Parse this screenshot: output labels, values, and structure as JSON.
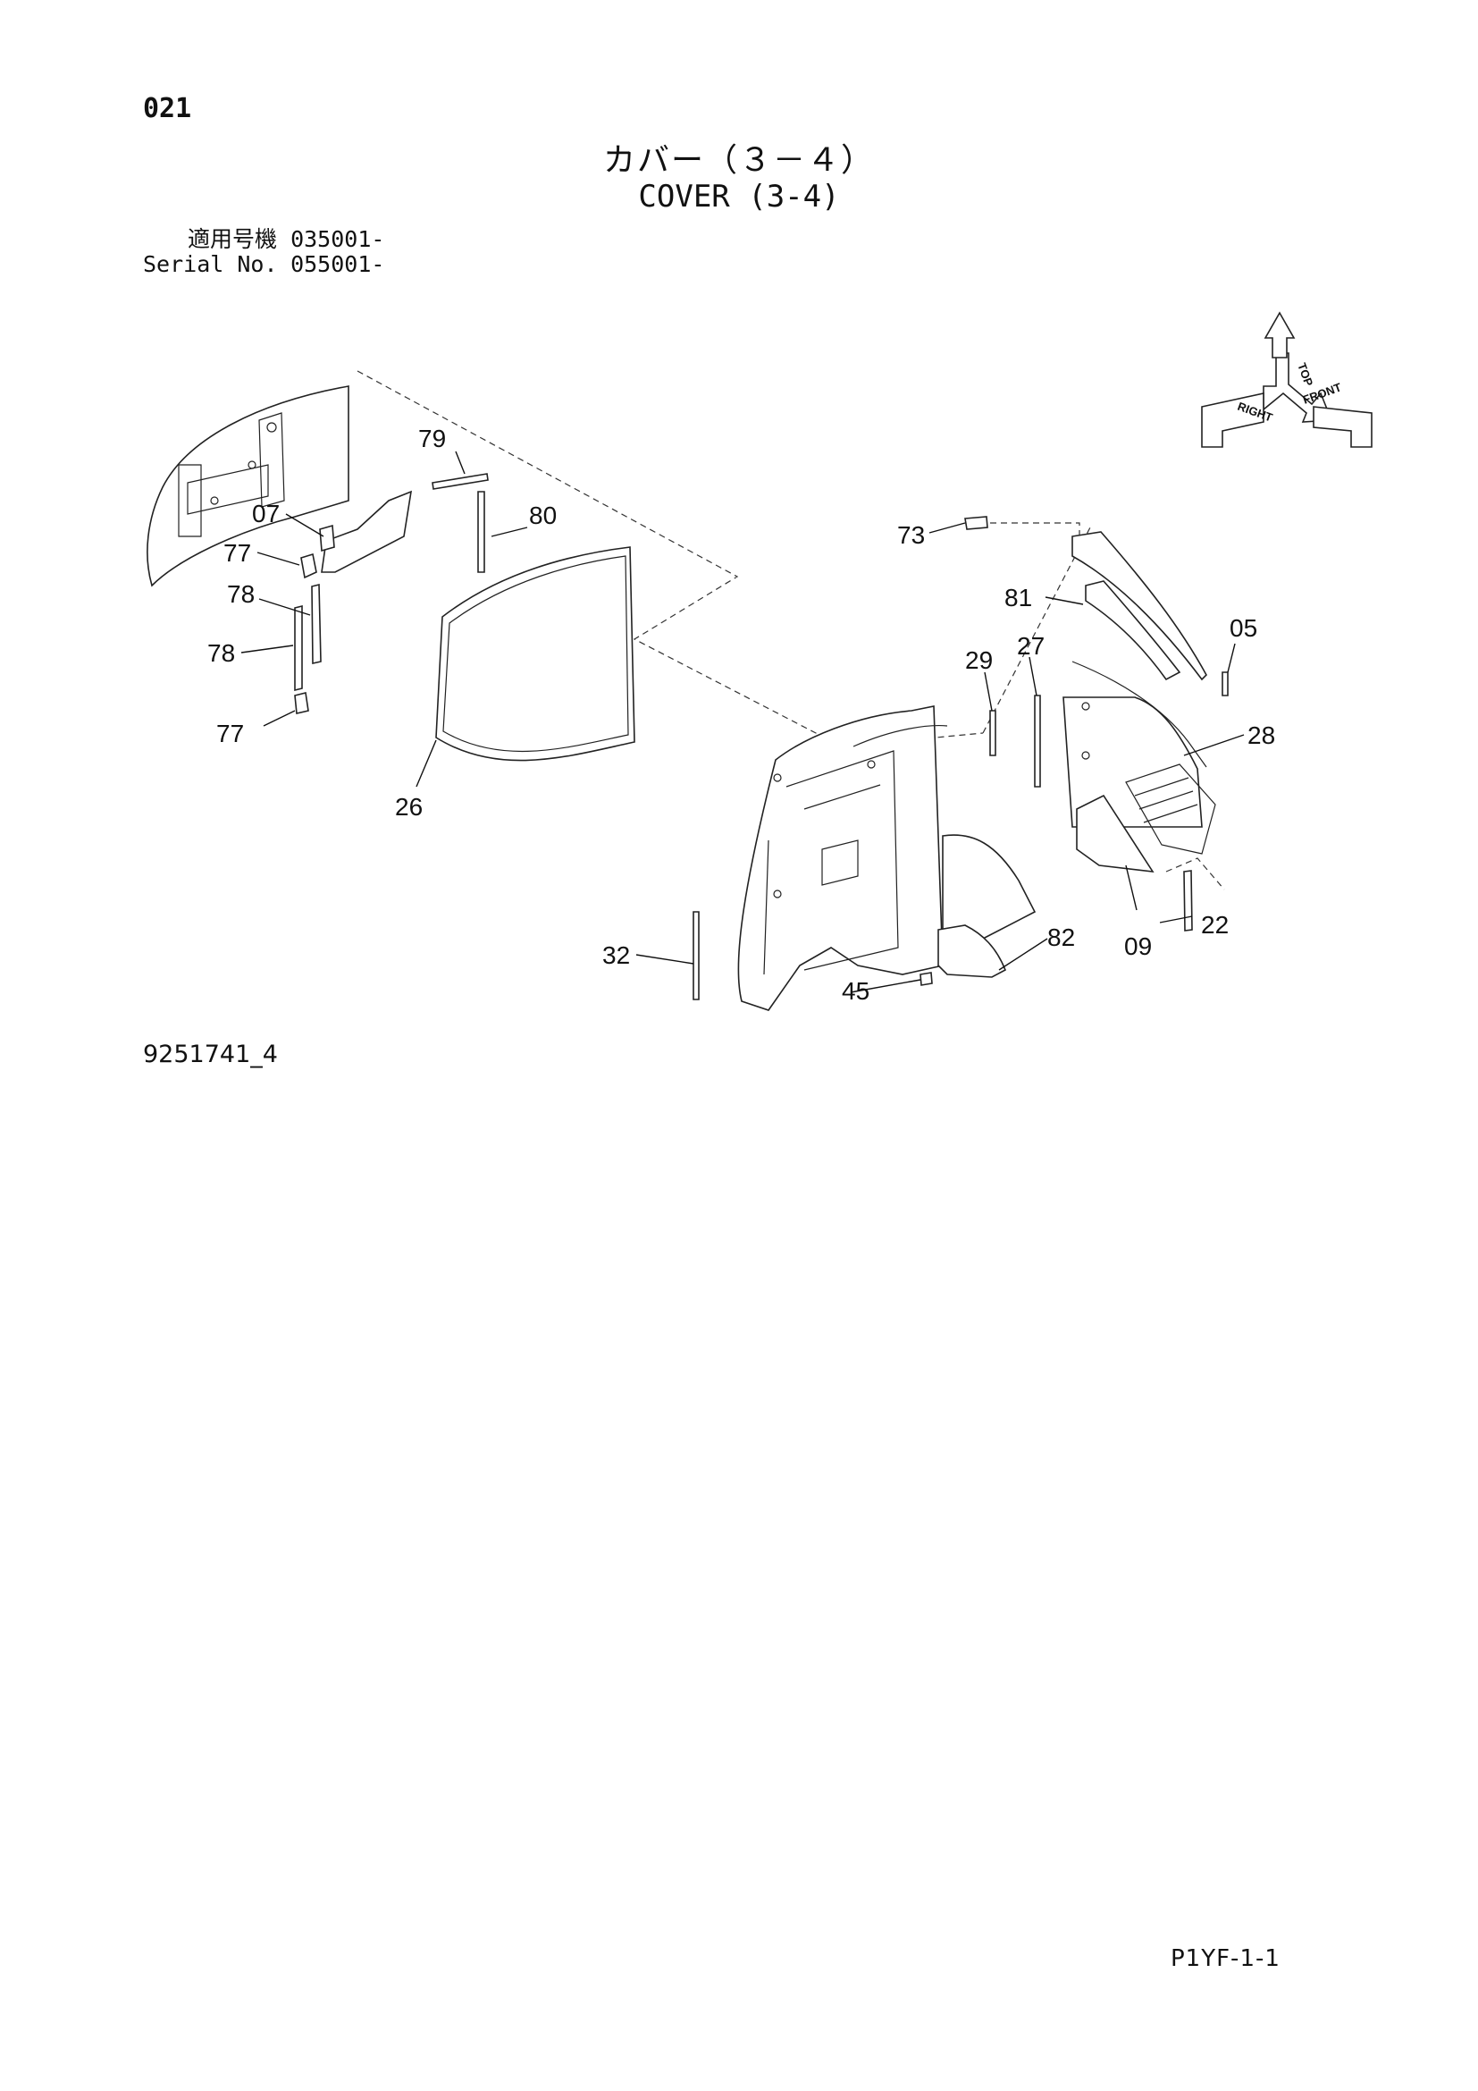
{
  "page_number": "021",
  "title_jp": "カバー（３－４）",
  "title_en": "COVER (3-4)",
  "serial": {
    "jp_label": "適用号機",
    "jp_value": "035001-",
    "en_label": "Serial No.",
    "en_value": "055001-"
  },
  "orientation": {
    "top": "TOP",
    "right": "RIGHT",
    "front": "FRONT"
  },
  "callouts": {
    "c79": "79",
    "c80": "80",
    "c07": "07",
    "c77a": "77",
    "c78a": "78",
    "c78b": "78",
    "c77b": "77",
    "c26": "26",
    "c73": "73",
    "c81": "81",
    "c05": "05",
    "c29": "29",
    "c27": "27",
    "c28": "28",
    "c22": "22",
    "c09": "09",
    "c82": "82",
    "c32": "32",
    "c45": "45"
  },
  "drawing_id": "9251741_4",
  "sheet_id": "P1YF-1-1"
}
